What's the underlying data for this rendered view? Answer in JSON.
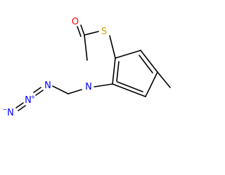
{
  "molecule": {
    "atoms": {
      "oxygen": "O",
      "sulfur": "S",
      "nitrogen_ring": "N",
      "nitrogen_azide_1": "N",
      "nitrogen_azide_2": "N",
      "nitrogen_azide_3": "N"
    },
    "charges": {
      "azide_center": "+",
      "azide_terminal": "−"
    },
    "colors": {
      "oxygen": "#ff0000",
      "sulfur": "#c8a400",
      "nitrogen": "#0000ff",
      "bond": "#000000"
    }
  }
}
